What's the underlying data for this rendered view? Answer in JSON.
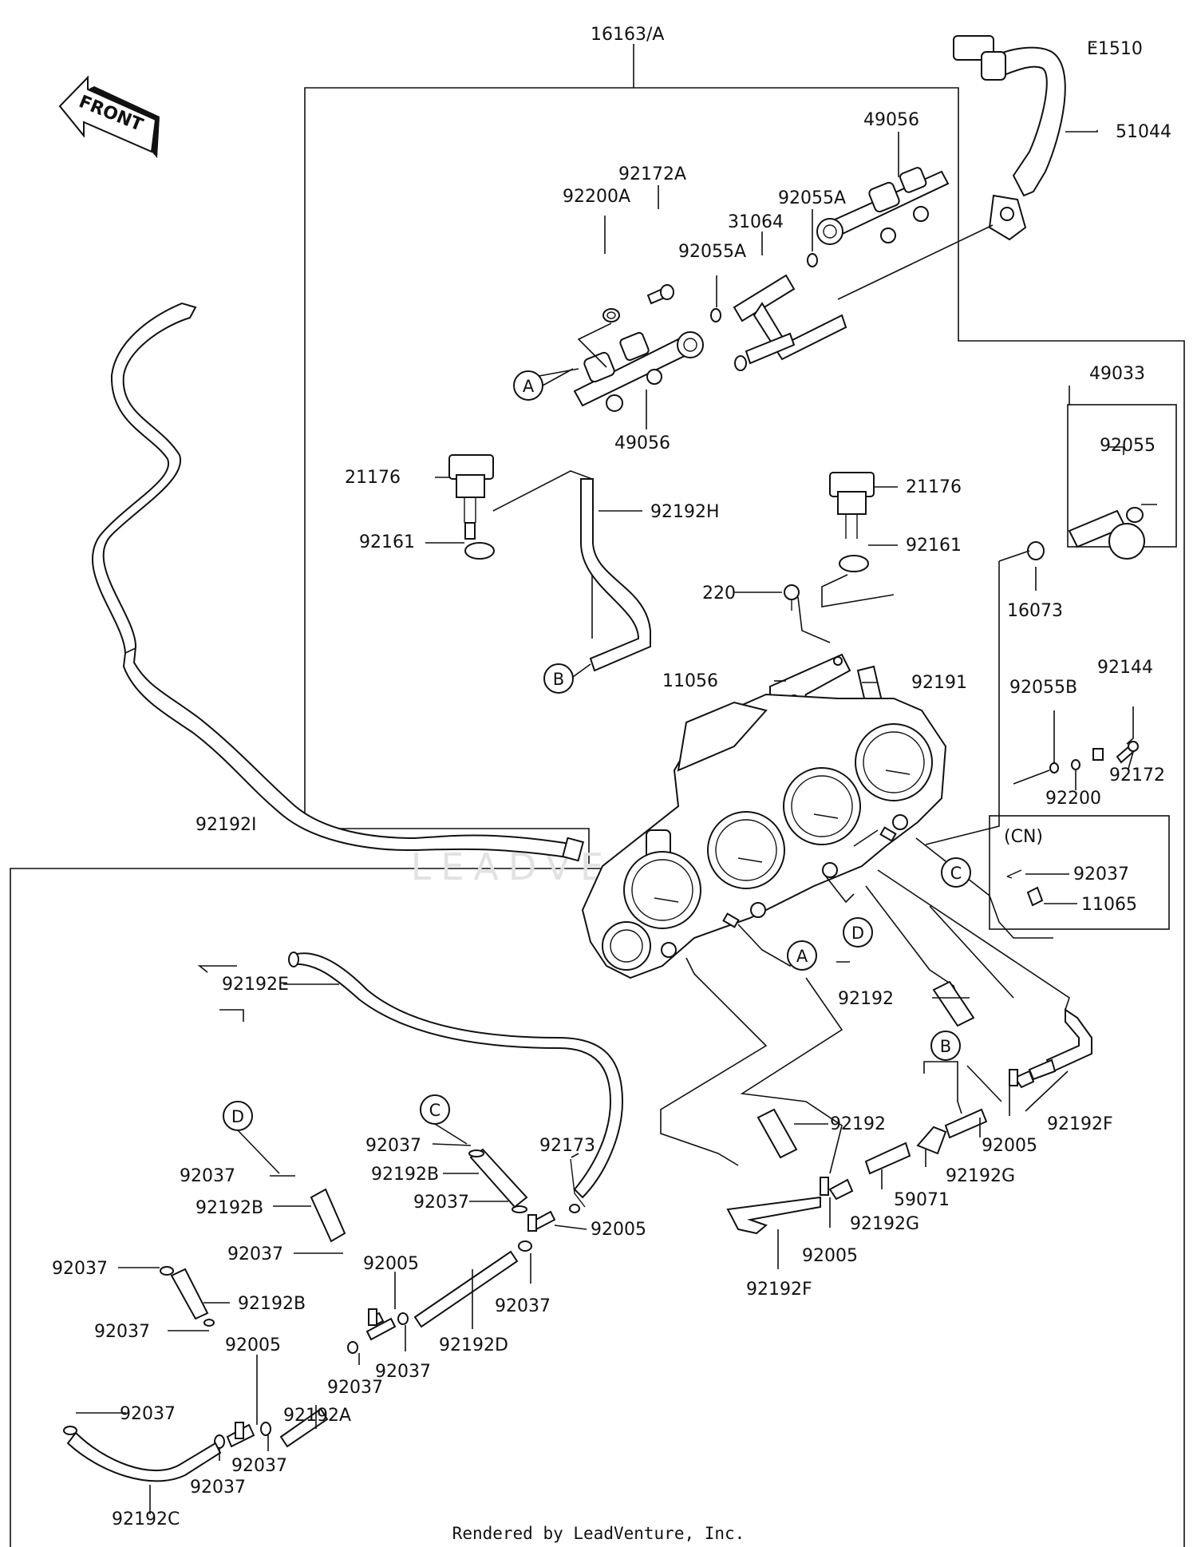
{
  "footer": "Rendered by LeadVenture, Inc.",
  "front_arrow": "FRONT",
  "watermark": "LEADVENTURE",
  "box_cn_title": "(CN)",
  "labels": {
    "16163A": "16163/A",
    "E1510": "E1510",
    "51044": "51044",
    "49056_top": "49056",
    "92172A": "92172A",
    "92200A": "92200A",
    "92055A_1": "92055A",
    "31064": "31064",
    "92055A_2": "92055A",
    "49056_bot": "49056",
    "49033": "49033",
    "92055": "92055",
    "16073": "16073",
    "21176_left": "21176",
    "92161_left": "92161",
    "92192H": "92192H",
    "21176_right": "21176",
    "92161_right": "92161",
    "220": "220",
    "11056": "11056",
    "92191": "92191",
    "92055B": "92055B",
    "92144": "92144",
    "92172": "92172",
    "92200": "92200",
    "92192I": "92192I",
    "92037_cn": "92037",
    "11065": "11065",
    "92192E": "92192E",
    "92192_1": "92192",
    "92192_2": "92192",
    "92192F_1": "92192F",
    "92005_1": "92005",
    "92192G_1": "92192G",
    "59071": "59071",
    "92192G_2": "92192G",
    "92005_2": "92005",
    "92192F_2": "92192F",
    "92037_a": "92037",
    "92192B_1": "92192B",
    "92037_b": "92037",
    "92173": "92173",
    "92005_3": "92005",
    "92037_c": "92037",
    "92192B_2": "92192B",
    "92037_d": "92037",
    "92005_4": "92005",
    "92037_e": "92037",
    "92192B_3": "92192B",
    "92037_f": "92037",
    "92005_5": "92005",
    "92192D": "92192D",
    "92037_g": "92037",
    "92037_h": "92037",
    "92037_i": "92037",
    "92037_j": "92037",
    "92192A": "92192A",
    "92037_k": "92037",
    "92037_l": "92037",
    "92192C": "92192C"
  },
  "refs": {
    "A1": "A",
    "B1": "B",
    "C1": "C",
    "D1": "D",
    "A2": "A",
    "B2": "B",
    "C2": "C",
    "D2": "D"
  }
}
